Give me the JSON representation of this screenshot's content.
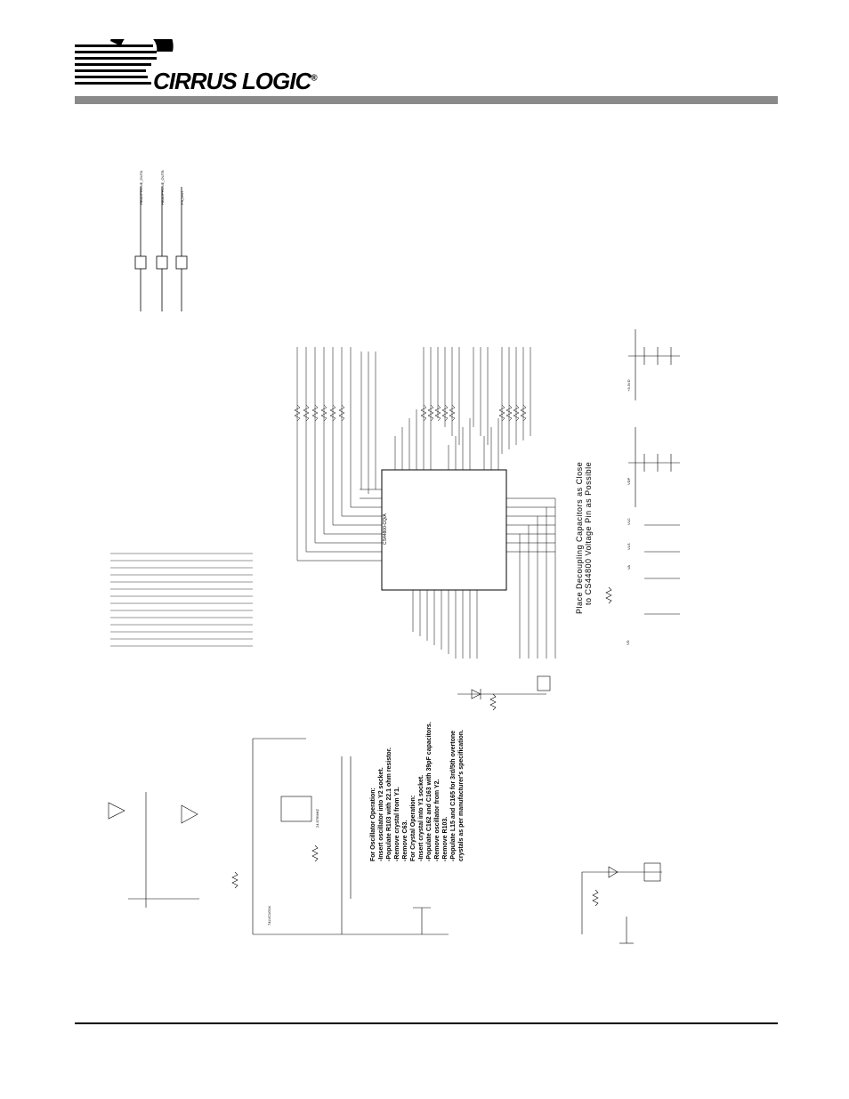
{
  "brand": {
    "name": "CIRRUS LOGIC",
    "registered_mark": "®"
  },
  "schematic": {
    "chip_label": "CS44800-CQ/A",
    "headphone_nets": [
      "HEADPHONE_OUTA",
      "HEADPHONE_OUTB",
      "FS_OUT"
    ],
    "note_decoupling": [
      "Place Decoupling Capacitors as Close",
      "to CS44800 Voltage Pin as Possible"
    ],
    "note_osc": [
      "For Oscillator Operation:",
      "-Insert oscillator into Y2 socket.",
      "-Populate R103 with 22.1 ohm resistor.",
      "-Remove crystal from Y1.",
      "-Remove C63.",
      "For Crystal Operation:",
      "-Insert crystal into Y1 socket.",
      "-Populate C162 and C163 with 39pF capacitors.",
      "-Remove oscillator from Y2.",
      "-Remove R103.",
      "-Populate L15 and C165 for 3rd/5th overtone",
      " crystals as per manufacturer's specification."
    ],
    "power_labels": [
      "VD",
      "VLC",
      "VA",
      "VLS",
      "VDP",
      "+3.3VD"
    ],
    "osc_part": "74LVC1G04",
    "xtal_part": "24.576MHZ"
  },
  "colors": {
    "header_bar": "#8a8a8a",
    "ink": "#000000"
  }
}
